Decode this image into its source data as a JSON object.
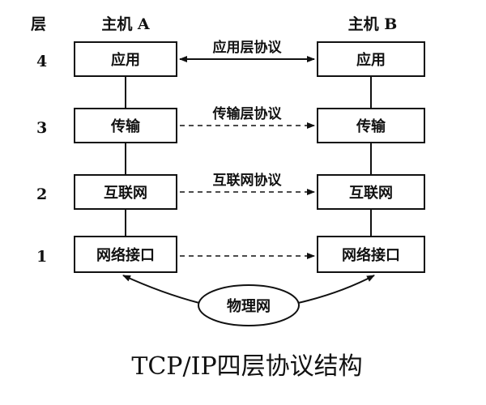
{
  "header": {
    "layer_label": "层",
    "host_a": "主机 A",
    "host_b": "主机 B"
  },
  "layers": [
    {
      "number": "4",
      "name": "应用",
      "protocol": "应用层协议",
      "link": "solid-double-arrow"
    },
    {
      "number": "3",
      "name": "传输",
      "protocol": "传输层协议",
      "link": "dashed-arrow"
    },
    {
      "number": "2",
      "name": "互联网",
      "protocol": "互联网协议",
      "link": "dashed-arrow"
    },
    {
      "number": "1",
      "name": "网络接口",
      "protocol": "",
      "link": "dashed-arrow"
    }
  ],
  "physical": {
    "label": "物理网"
  },
  "caption": "TCP/IP四层协议结构"
}
